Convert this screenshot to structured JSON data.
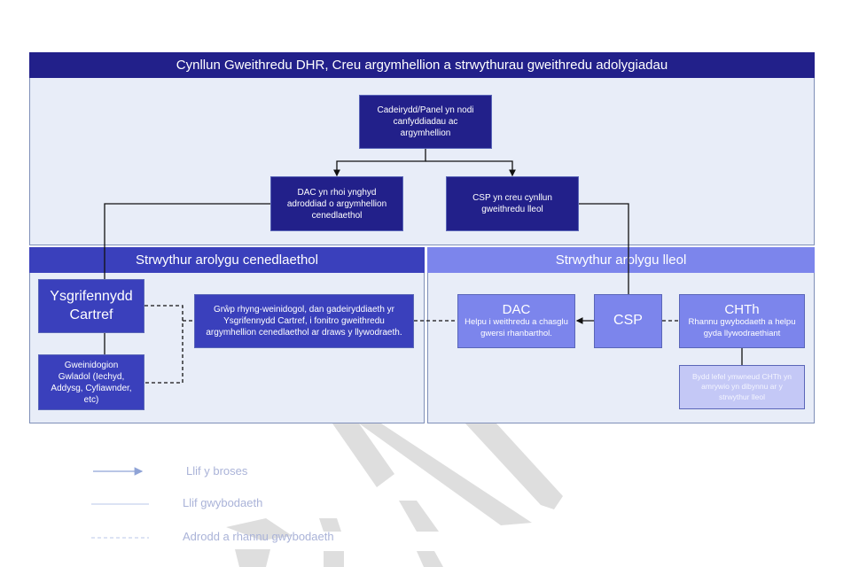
{
  "title": "Cynllun Gweithredu DHR, Creu argymhellion  a strwythurau gweithredu adolygiadau",
  "top": {
    "chair_box": "Cadeirydd/Panel yn nodi canfyddiadau ac argymhellion",
    "dac_box": "DAC yn rhoi ynghyd adroddiad o argymhellion cenedlaethol",
    "csp_box": "CSP yn creu cynllun gweithredu lleol"
  },
  "national": {
    "header": "Strwythur arolygu cenedlaethol",
    "home_secretary": "Ysgrifennydd Cartref",
    "ministers": "Gweinidogion Gwladol (Iechyd, Addysg, Cyfiawnder, etc)",
    "group": "Grŵp rhyng-weinidogol, dan gadeiryddiaeth yr Ysgrifennydd Cartref, i fonitro gweithredu argymhellion cenedlaethol  ar draws y llywodraeth."
  },
  "local": {
    "header": "Strwythur arolygu lleol",
    "dac_title": "DAC",
    "dac_desc": "Helpu i weithredu a chasglu gwersi rhanbarthol.",
    "csp": "CSP",
    "chth_title": "CHTh",
    "chth_desc": "Rhannu gwybodaeth a helpu  gyda llywodraethiant",
    "chth_note": "Bydd lefel ymwneud CHTh yn amrywio yn dibynnu ar y strwythur lleol"
  },
  "legend": [
    {
      "label": "Llif y broses",
      "style": "arrow"
    },
    {
      "label": "Llif gwybodaeth",
      "style": "solid"
    },
    {
      "label": "Adrodd a rhannu gwybodaeth",
      "style": "dashed"
    }
  ],
  "colors": {
    "navy": "#22208a",
    "royal": "#3a40bc",
    "lavender": "#7c85ec",
    "pale": "#c4c8f6",
    "panel_bg": "#e8edf8"
  }
}
